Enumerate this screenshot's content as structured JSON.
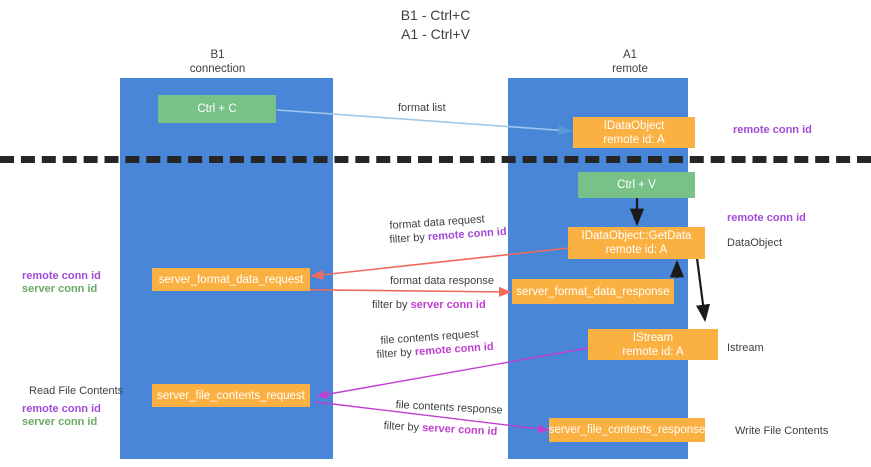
{
  "title": "B1 - Ctrl+C\nA1 - Ctrl+V",
  "lanes": [
    {
      "id": "b1",
      "header": "B1\nconnection"
    },
    {
      "id": "a1",
      "header": "A1\nremote"
    }
  ],
  "nodes": {
    "ctrl_c": "Ctrl + C",
    "idataobject": "IDataObject\nremote id: A",
    "ctrl_v": "Ctrl + V",
    "getdata": "IDataObject::GetData\nremote id: A",
    "server_format_data_request": "server_format_data_request",
    "server_format_data_response": "server_format_data_response",
    "istream": "IStream\nremote id: A",
    "server_file_contents_request": "server_file_contents_request",
    "server_file_contents_response": "server_file_contents_response"
  },
  "edge_labels": {
    "format_list": "format list",
    "format_data_request": "format data request",
    "format_data_request_filter_prefix": "filter by ",
    "format_data_request_filter_key": "remote conn id",
    "format_data_response": "format data response",
    "format_data_response_filter_prefix": "filter by ",
    "format_data_response_filter_key": "server conn id",
    "file_contents_request": "file contents request",
    "file_contents_request_filter_prefix": "filter by ",
    "file_contents_request_filter_key": "remote conn id",
    "file_contents_response": "file contents response",
    "file_contents_response_filter_prefix": "filter by ",
    "file_contents_response_filter_key": "server conn id"
  },
  "right_labels": {
    "remote_conn_id_top": "remote conn id",
    "remote_conn_id_mid": "remote conn id",
    "dataobject": "DataObject",
    "istream": "Istream",
    "write_file_contents": "Write File Contents"
  },
  "left_labels": {
    "remote_conn_id": "remote conn id",
    "server_conn_id": "server conn id",
    "read_file_contents": "Read File Contents",
    "remote_conn_id_2": "remote conn id",
    "server_conn_id_2": "server conn id"
  },
  "colors": {
    "lane": "#4a86d8",
    "green_node": "#79c287",
    "orange_node": "#fbb042",
    "purple": "#a24bd8",
    "magenta": "#c13fd0",
    "green_text": "#6aaa64",
    "divider": "#262626",
    "arrow_blue": "#9fc7e8",
    "arrow_red": "#ef6b5e",
    "arrow_black": "#1a1a1a"
  }
}
